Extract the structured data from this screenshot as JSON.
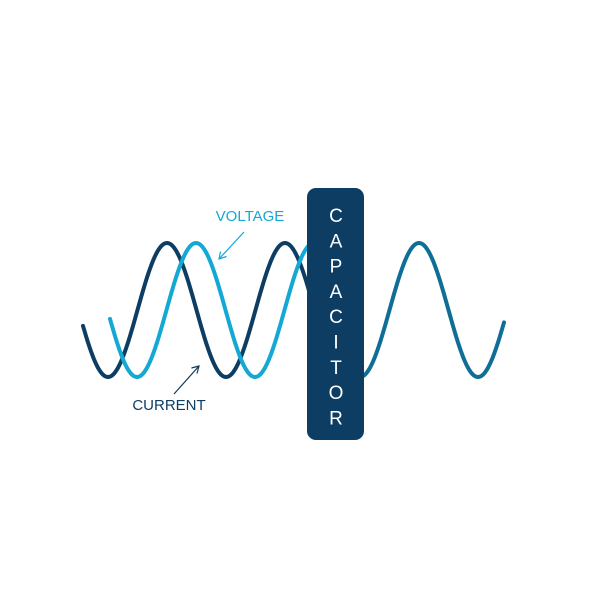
{
  "labels": {
    "voltage": "VOLTAGE",
    "current": "CURRENT",
    "capacitor": "CAPACITOR"
  },
  "colors": {
    "voltage": "#14a8d4",
    "current": "#0d3d63",
    "output": "#0f6e96",
    "capacitor_fill": "#0d3d63",
    "capacitor_text": "#ffffff"
  }
}
